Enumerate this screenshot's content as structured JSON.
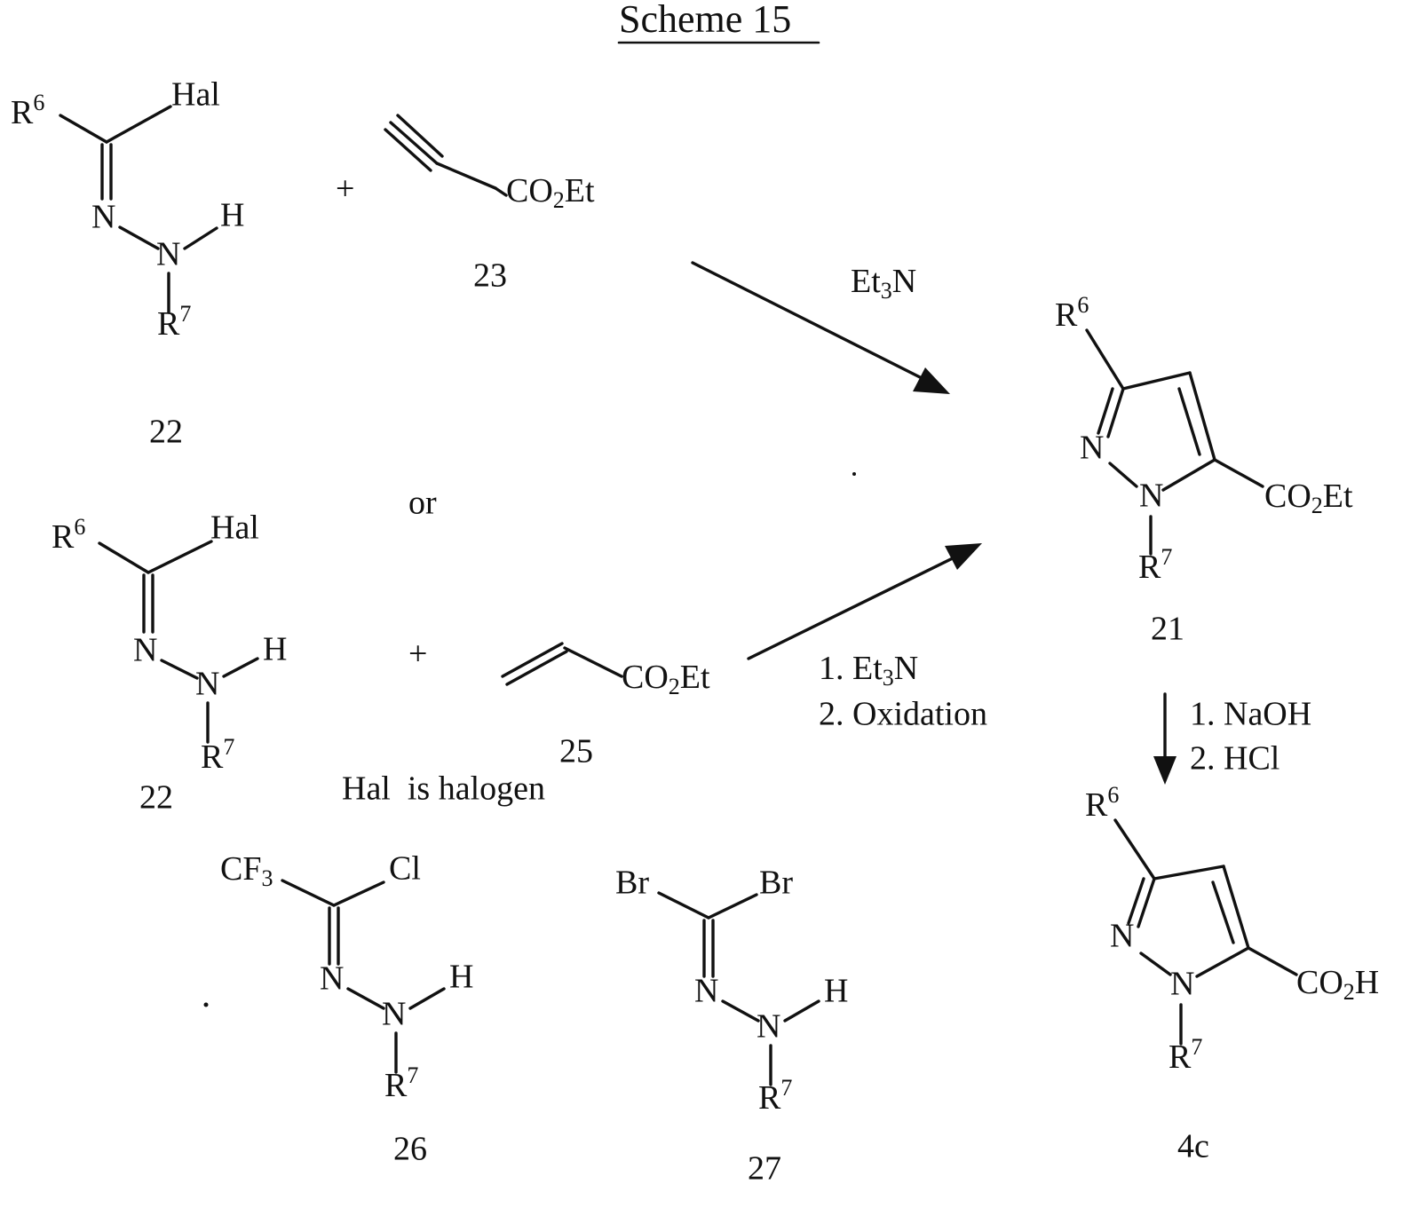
{
  "title": "Scheme 15",
  "atoms": {
    "r6": "R",
    "r6_sup": "6",
    "r7": "R",
    "r7_sup": "7",
    "hal": "Hal",
    "n": "N",
    "h": "H",
    "cf": "CF",
    "three": "3",
    "cl": "Cl",
    "br": "Br",
    "co": "CO",
    "two": "2",
    "et": "Et"
  },
  "compounds": {
    "c22a": "22",
    "c23": "23",
    "c22b": "22",
    "c25": "25",
    "c21": "21",
    "c26": "26",
    "c27": "27",
    "c4c": "4c"
  },
  "text": {
    "or": "or",
    "plus": "+",
    "hal_note": "Hal  is halogen"
  },
  "conditions": {
    "et3n_a": "Et",
    "et3n_b": "3",
    "et3n_c": "N",
    "step1_a": "1. Et",
    "step1_b": "3",
    "step1_c": "N",
    "step2": "2. Oxidation",
    "naoh": "1. NaOH",
    "hcl": "2. HCl"
  }
}
